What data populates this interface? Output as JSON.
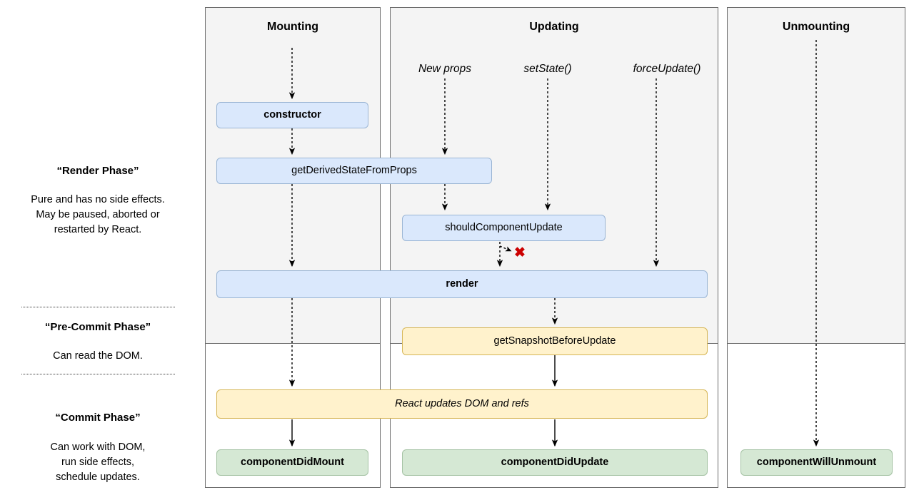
{
  "legend": {
    "sections": [
      {
        "title": "“Render Phase”",
        "body_line1": "Pure and has no side effects.",
        "body_line2": "May be paused, aborted or",
        "body_line3": "restarted by React."
      },
      {
        "title": "“Pre-Commit Phase”",
        "body_line1": "Can read the DOM.",
        "body_line2": "",
        "body_line3": ""
      },
      {
        "title": "“Commit Phase”",
        "body_line1": "Can work with DOM,",
        "body_line2": "run side effects,",
        "body_line3": "schedule updates."
      }
    ]
  },
  "columns": {
    "mounting": {
      "title": "Mounting"
    },
    "updating": {
      "title": "Updating"
    },
    "unmounting": {
      "title": "Unmounting"
    }
  },
  "triggers": {
    "new_props": "New props",
    "set_state": "setState()",
    "force_update": "forceUpdate()"
  },
  "nodes": {
    "constructor": "constructor",
    "get_derived_state_from_props": "getDerivedStateFromProps",
    "should_component_update": "shouldComponentUpdate",
    "render": "render",
    "get_snapshot_before_update": "getSnapshotBeforeUpdate",
    "react_updates_dom_and_refs": "React updates DOM and refs",
    "component_did_mount": "componentDidMount",
    "component_did_update": "componentDidUpdate",
    "component_will_unmount": "componentWillUnmount"
  },
  "markers": {
    "skip_render_x": "✖"
  },
  "colors": {
    "render_phase_fill": "#dae8fc",
    "render_phase_stroke": "#9ab5d4",
    "commit_phase_fill": "#fff2cc",
    "commit_phase_stroke": "#d6b656",
    "lifecycle_done_fill": "#d5e8d4",
    "lifecycle_done_stroke": "#a4c2a3",
    "panel_gray": "#f4f4f4",
    "panel_border": "#6b6b6b",
    "x_mark": "#cc0000"
  }
}
